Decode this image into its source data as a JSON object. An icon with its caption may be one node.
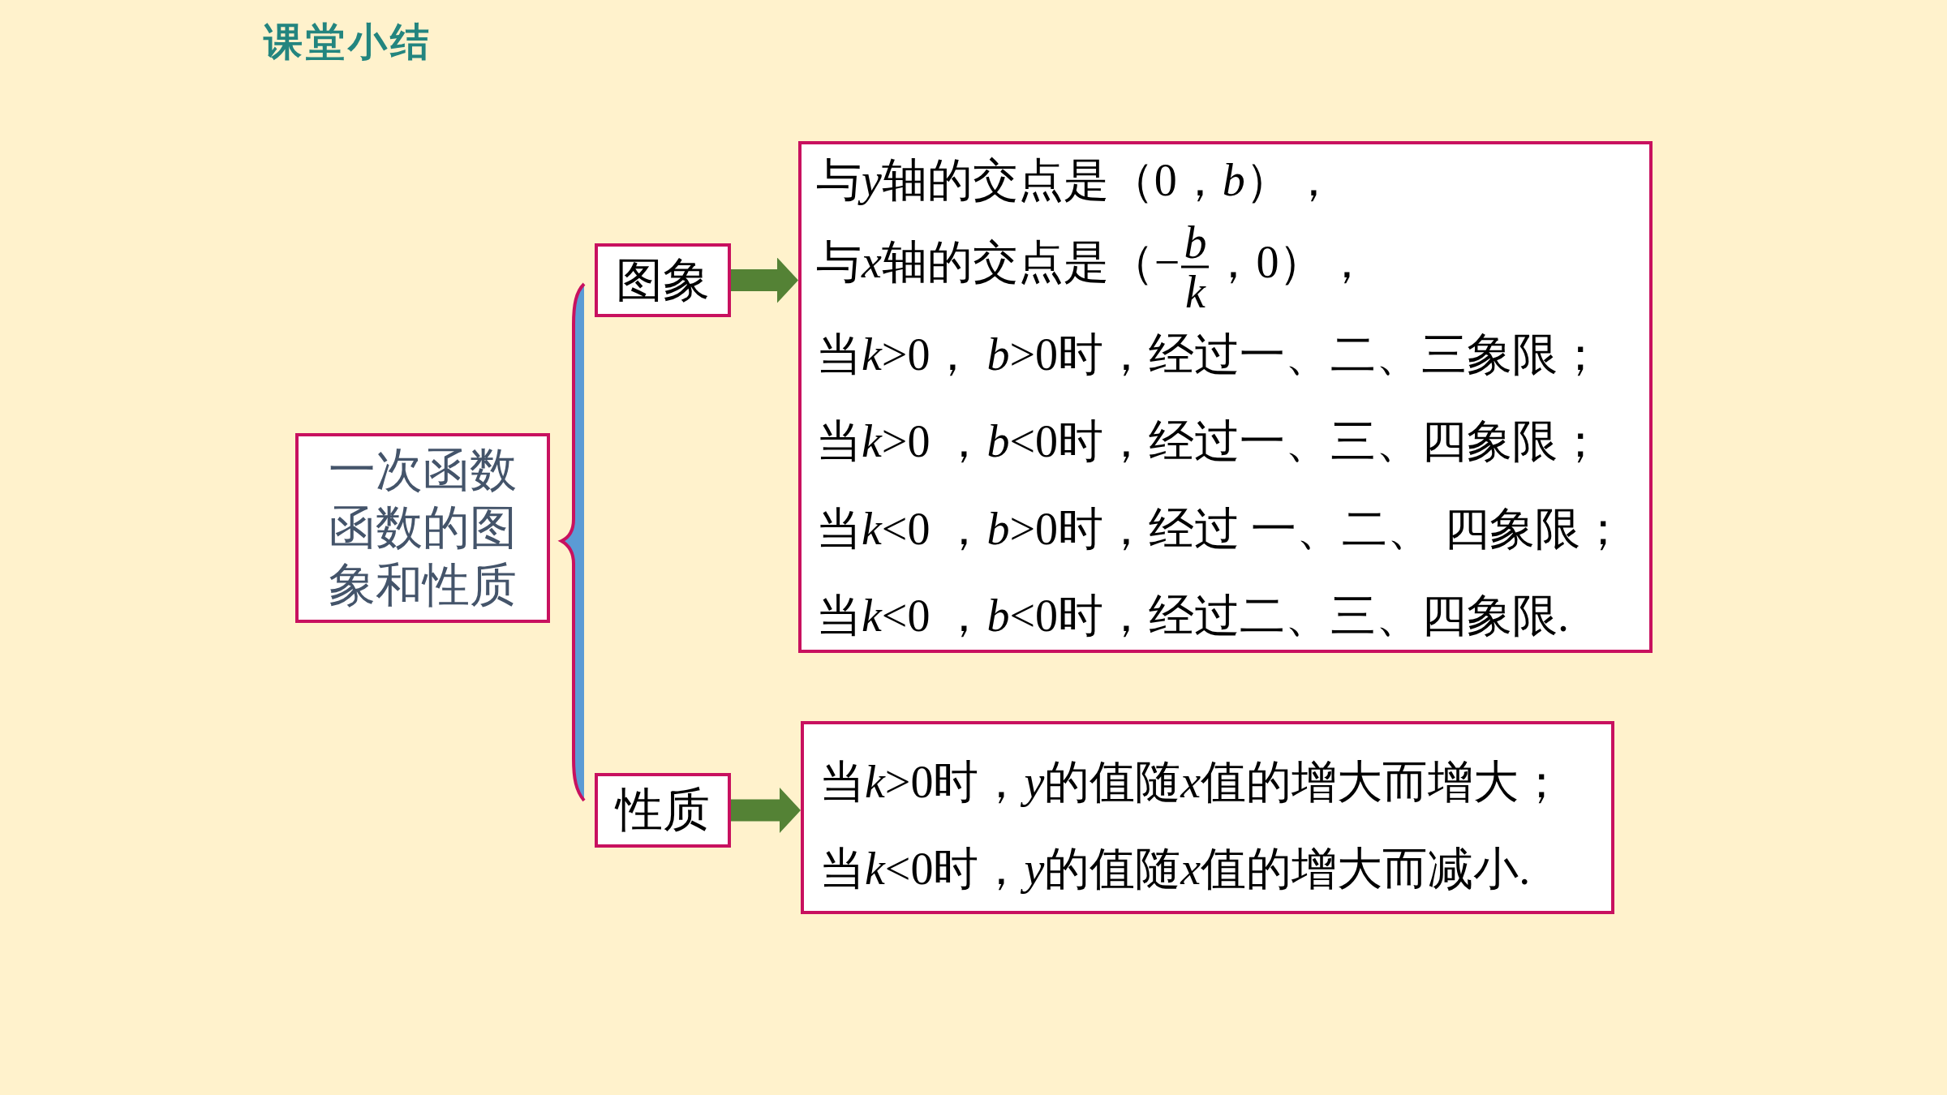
{
  "diagram": {
    "title": "课堂小结",
    "nodes": [
      {
        "text": [
          "一次函数函数的图象和性质"
        ]
      },
      {
        "text": [
          "图象"
        ]
      },
      {
        "text": [
          "与y轴的交点是（0，b），",
          "与x轴的交点是（−$^{b}$$_{k}$，0），",
          "当k>0， b>0时，经过一、二、三象限；",
          "当k>0 ，b<0时，经过一、三、四象限；",
          "当k<0 ，b>0时，经过 一、二、 四象限；",
          "当k<0 ，b<0时，经过二、三、四象限."
        ]
      },
      {
        "text": [
          "性质"
        ]
      },
      {
        "text": [
          "当k>0时，y的值随x值的增大而增大；",
          "当k<0时，y的值随x值的增大而减小."
        ]
      }
    ],
    "edges": [
      {
        "from": 1,
        "to": 2,
        "arrow": "to"
      },
      {
        "from": 3,
        "to": 4,
        "arrow": "to"
      }
    ]
  }
}
